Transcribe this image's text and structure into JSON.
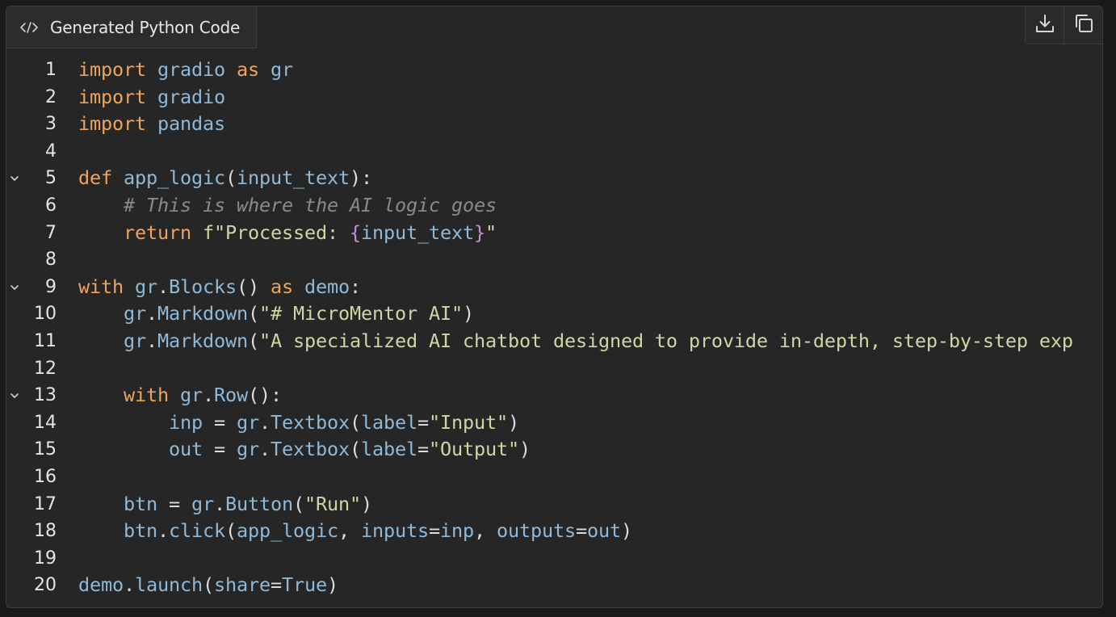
{
  "tab": {
    "icon": "code-icon",
    "title": "Generated Python Code"
  },
  "toolbar": {
    "download_icon": "download-icon",
    "copy_icon": "copy-icon"
  },
  "colors": {
    "keyword": "#f0a45a",
    "identifier": "#8fb9d8",
    "string": "#cfd6a4",
    "comment": "#8a8a8a",
    "punctuation": "#dcdcdc",
    "interpolation_brace": "#c78fd8",
    "background": "#262626"
  },
  "code": {
    "lines": [
      {
        "n": "1",
        "fold": false,
        "tokens": [
          [
            "kw",
            "import"
          ],
          [
            "pn",
            " "
          ],
          [
            "id",
            "gradio"
          ],
          [
            "pn",
            " "
          ],
          [
            "kw",
            "as"
          ],
          [
            "pn",
            " "
          ],
          [
            "id",
            "gr"
          ]
        ]
      },
      {
        "n": "2",
        "fold": false,
        "tokens": [
          [
            "kw",
            "import"
          ],
          [
            "pn",
            " "
          ],
          [
            "id",
            "gradio"
          ]
        ]
      },
      {
        "n": "3",
        "fold": false,
        "tokens": [
          [
            "kw",
            "import"
          ],
          [
            "pn",
            " "
          ],
          [
            "id",
            "pandas"
          ]
        ]
      },
      {
        "n": "4",
        "fold": false,
        "tokens": []
      },
      {
        "n": "5",
        "fold": true,
        "tokens": [
          [
            "kw",
            "def"
          ],
          [
            "pn",
            " "
          ],
          [
            "id",
            "app_logic"
          ],
          [
            "pn",
            "("
          ],
          [
            "id",
            "input_text"
          ],
          [
            "pn",
            "):"
          ]
        ]
      },
      {
        "n": "6",
        "fold": false,
        "tokens": [
          [
            "pn",
            "    "
          ],
          [
            "cm",
            "# This is where the AI logic goes"
          ]
        ]
      },
      {
        "n": "7",
        "fold": false,
        "tokens": [
          [
            "pn",
            "    "
          ],
          [
            "kw",
            "return"
          ],
          [
            "pn",
            " "
          ],
          [
            "st",
            "f\"Processed: "
          ],
          [
            "br",
            "{"
          ],
          [
            "id",
            "input_text"
          ],
          [
            "br",
            "}"
          ],
          [
            "st",
            "\""
          ]
        ]
      },
      {
        "n": "8",
        "fold": false,
        "tokens": []
      },
      {
        "n": "9",
        "fold": true,
        "tokens": [
          [
            "kw",
            "with"
          ],
          [
            "pn",
            " "
          ],
          [
            "id",
            "gr"
          ],
          [
            "pn",
            "."
          ],
          [
            "id",
            "Blocks"
          ],
          [
            "pn",
            "() "
          ],
          [
            "kw",
            "as"
          ],
          [
            "pn",
            " "
          ],
          [
            "id",
            "demo"
          ],
          [
            "pn",
            ":"
          ]
        ]
      },
      {
        "n": "10",
        "fold": false,
        "tokens": [
          [
            "pn",
            "    "
          ],
          [
            "id",
            "gr"
          ],
          [
            "pn",
            "."
          ],
          [
            "id",
            "Markdown"
          ],
          [
            "pn",
            "("
          ],
          [
            "st",
            "\"# MicroMentor AI\""
          ],
          [
            "pn",
            ")"
          ]
        ]
      },
      {
        "n": "11",
        "fold": false,
        "tokens": [
          [
            "pn",
            "    "
          ],
          [
            "id",
            "gr"
          ],
          [
            "pn",
            "."
          ],
          [
            "id",
            "Markdown"
          ],
          [
            "pn",
            "("
          ],
          [
            "st",
            "\"A specialized AI chatbot designed to provide in-depth, step-by-step exp"
          ]
        ]
      },
      {
        "n": "12",
        "fold": false,
        "tokens": []
      },
      {
        "n": "13",
        "fold": true,
        "tokens": [
          [
            "pn",
            "    "
          ],
          [
            "kw",
            "with"
          ],
          [
            "pn",
            " "
          ],
          [
            "id",
            "gr"
          ],
          [
            "pn",
            "."
          ],
          [
            "id",
            "Row"
          ],
          [
            "pn",
            "():"
          ]
        ]
      },
      {
        "n": "14",
        "fold": false,
        "tokens": [
          [
            "pn",
            "        "
          ],
          [
            "id",
            "inp"
          ],
          [
            "pn",
            " = "
          ],
          [
            "id",
            "gr"
          ],
          [
            "pn",
            "."
          ],
          [
            "id",
            "Textbox"
          ],
          [
            "pn",
            "("
          ],
          [
            "id",
            "label"
          ],
          [
            "pn",
            "="
          ],
          [
            "st",
            "\"Input\""
          ],
          [
            "pn",
            ")"
          ]
        ]
      },
      {
        "n": "15",
        "fold": false,
        "tokens": [
          [
            "pn",
            "        "
          ],
          [
            "id",
            "out"
          ],
          [
            "pn",
            " = "
          ],
          [
            "id",
            "gr"
          ],
          [
            "pn",
            "."
          ],
          [
            "id",
            "Textbox"
          ],
          [
            "pn",
            "("
          ],
          [
            "id",
            "label"
          ],
          [
            "pn",
            "="
          ],
          [
            "st",
            "\"Output\""
          ],
          [
            "pn",
            ")"
          ]
        ]
      },
      {
        "n": "16",
        "fold": false,
        "tokens": []
      },
      {
        "n": "17",
        "fold": false,
        "tokens": [
          [
            "pn",
            "    "
          ],
          [
            "id",
            "btn"
          ],
          [
            "pn",
            " = "
          ],
          [
            "id",
            "gr"
          ],
          [
            "pn",
            "."
          ],
          [
            "id",
            "Button"
          ],
          [
            "pn",
            "("
          ],
          [
            "st",
            "\"Run\""
          ],
          [
            "pn",
            ")"
          ]
        ]
      },
      {
        "n": "18",
        "fold": false,
        "tokens": [
          [
            "pn",
            "    "
          ],
          [
            "id",
            "btn"
          ],
          [
            "pn",
            "."
          ],
          [
            "id",
            "click"
          ],
          [
            "pn",
            "("
          ],
          [
            "id",
            "app_logic"
          ],
          [
            "pn",
            ", "
          ],
          [
            "id",
            "inputs"
          ],
          [
            "pn",
            "="
          ],
          [
            "id",
            "inp"
          ],
          [
            "pn",
            ", "
          ],
          [
            "id",
            "outputs"
          ],
          [
            "pn",
            "="
          ],
          [
            "id",
            "out"
          ],
          [
            "pn",
            ")"
          ]
        ]
      },
      {
        "n": "19",
        "fold": false,
        "tokens": []
      },
      {
        "n": "20",
        "fold": false,
        "tokens": [
          [
            "id",
            "demo"
          ],
          [
            "pn",
            "."
          ],
          [
            "id",
            "launch"
          ],
          [
            "pn",
            "("
          ],
          [
            "id",
            "share"
          ],
          [
            "pn",
            "="
          ],
          [
            "id",
            "True"
          ],
          [
            "pn",
            ")"
          ]
        ]
      }
    ]
  }
}
